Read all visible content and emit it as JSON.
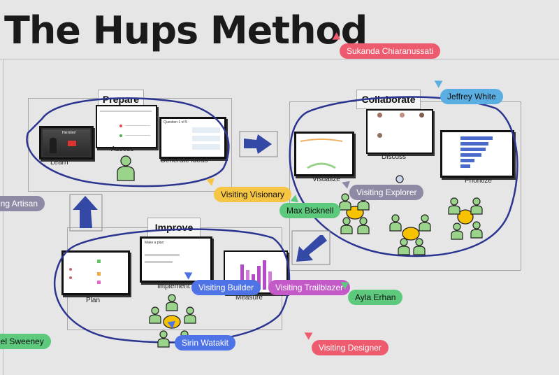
{
  "board": {
    "title": "The Hups Method"
  },
  "sections": {
    "prepare": {
      "label": "Prepare",
      "items": [
        "Learn",
        "Assess",
        "Generate ideas"
      ]
    },
    "collaborate": {
      "label": "Collaborate",
      "items": [
        "Visualize",
        "Discuss",
        "Prioritize"
      ]
    },
    "improve": {
      "label": "Improve",
      "items": [
        "Plan",
        "Implement",
        "Measure"
      ]
    }
  },
  "cards": {
    "learn_video_text": "Hei tiimi!",
    "generate_ideas_header": "Question 1 of 5",
    "implement_header": "Make a plan"
  },
  "cursors": [
    {
      "name": "Sukanda Chiaranussati",
      "color": "#ef5b6e"
    },
    {
      "name": "Jeffrey White",
      "color": "#5aaee2"
    },
    {
      "name": "Visiting Visionary",
      "color": "#f6c544"
    },
    {
      "name": "Visiting Explorer",
      "color": "#8e8aa6"
    },
    {
      "name": "Max Bicknell",
      "color": "#5cc97d"
    },
    {
      "name": "ing Artisan",
      "color": "#8e8aa6"
    },
    {
      "name": "Visiting Builder",
      "color": "#4e73e6"
    },
    {
      "name": "Visiting Trailblazer",
      "color": "#c45ac7"
    },
    {
      "name": "Ayla Erhan",
      "color": "#5cc97d"
    },
    {
      "name": "iel Sweeney",
      "color": "#5cc97d"
    },
    {
      "name": "Sirin Watakit",
      "color": "#4e73e6"
    },
    {
      "name": "Visiting Designer",
      "color": "#ef5b6e"
    }
  ],
  "colors": {
    "loop_stroke": "#2b3590",
    "arrow_fill": "#3448a6",
    "person_fill": "#9ad38a",
    "table_fill": "#f7c300"
  }
}
